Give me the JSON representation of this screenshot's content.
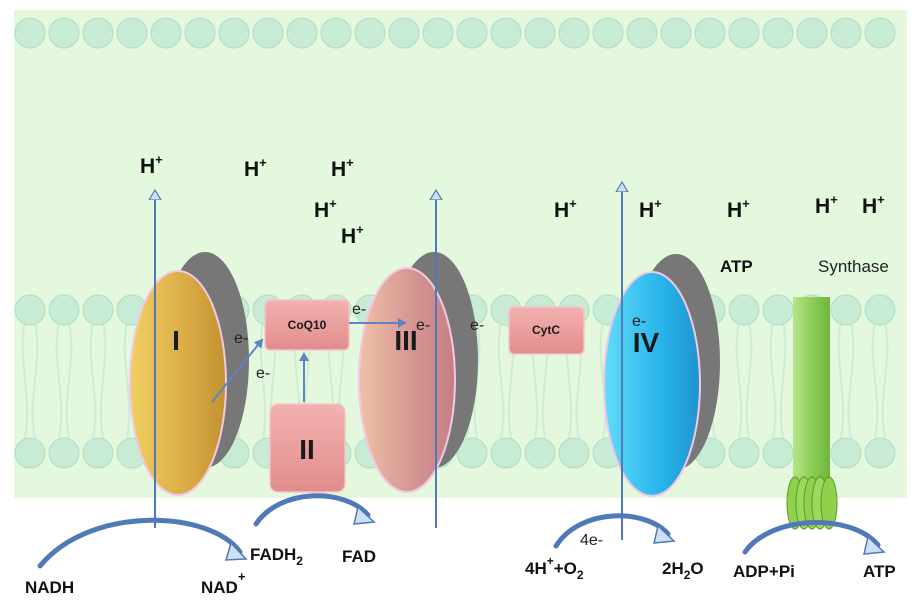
{
  "proton": {
    "symbol": "H",
    "charge": "+"
  },
  "complexes": {
    "c1": {
      "label": "I"
    },
    "c2": {
      "label": "II"
    },
    "c3": {
      "label": "III"
    },
    "c4": {
      "label": "IV"
    }
  },
  "carriers": {
    "coq10": "CoQ10",
    "cytc": "CytC"
  },
  "electron": "e-",
  "electron_4": "4e-",
  "atp_synthase": {
    "label_left": "ATP",
    "label_right": "Synthase"
  },
  "reactions": {
    "nadh": "NADH",
    "nad": "NAD",
    "nad_charge": "+",
    "fadh_base": "FADH",
    "fadh_sub": "2",
    "fad": "FAD",
    "h4_coef": "4H",
    "h4_charge": "+",
    "plus_o": "+O",
    "o_sub": "2",
    "water_pre": "2H",
    "water_sub": "2",
    "water_post": "O",
    "adp_pi": "ADP+Pi",
    "atp": "ATP"
  },
  "colors": {
    "background_green": "#e3f8dc",
    "lipid_head": "#c7ebd5",
    "complex_I": "#d9aa45",
    "complex_II": "#e89898",
    "complex_III": "#d39391",
    "complex_IV": "#2fb7e8",
    "shadow": "#7b7b7b",
    "arrow": "#6a8fc8",
    "synthase": "#8ccf58"
  }
}
